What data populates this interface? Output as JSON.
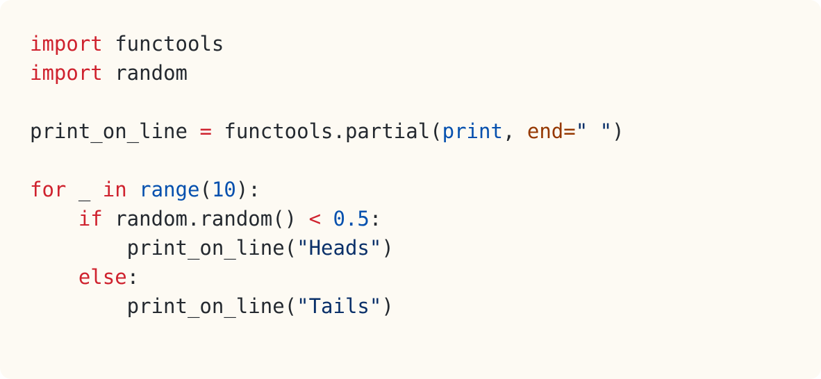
{
  "code": {
    "lines": [
      [
        {
          "text": "import",
          "kind": "kw"
        },
        {
          "text": " functools",
          "kind": "plain"
        }
      ],
      [
        {
          "text": "import",
          "kind": "kw"
        },
        {
          "text": " random",
          "kind": "plain"
        }
      ],
      [],
      [
        {
          "text": "print_on_line ",
          "kind": "plain"
        },
        {
          "text": "=",
          "kind": "op"
        },
        {
          "text": " functools.partial(",
          "kind": "plain"
        },
        {
          "text": "print",
          "kind": "bi"
        },
        {
          "text": ", ",
          "kind": "plain"
        },
        {
          "text": "end",
          "kind": "param"
        },
        {
          "text": "=",
          "kind": "param"
        },
        {
          "text": "\" \"",
          "kind": "str"
        },
        {
          "text": ")",
          "kind": "plain"
        }
      ],
      [],
      [
        {
          "text": "for",
          "kind": "kw"
        },
        {
          "text": " _ ",
          "kind": "plain"
        },
        {
          "text": "in",
          "kind": "kw"
        },
        {
          "text": " ",
          "kind": "plain"
        },
        {
          "text": "range",
          "kind": "bi"
        },
        {
          "text": "(",
          "kind": "plain"
        },
        {
          "text": "10",
          "kind": "num"
        },
        {
          "text": "):",
          "kind": "plain"
        }
      ],
      [
        {
          "text": "    ",
          "kind": "plain"
        },
        {
          "text": "if",
          "kind": "kw"
        },
        {
          "text": " random.random() ",
          "kind": "plain"
        },
        {
          "text": "<",
          "kind": "op"
        },
        {
          "text": " ",
          "kind": "plain"
        },
        {
          "text": "0.5",
          "kind": "num"
        },
        {
          "text": ":",
          "kind": "plain"
        }
      ],
      [
        {
          "text": "        print_on_line(",
          "kind": "plain"
        },
        {
          "text": "\"Heads\"",
          "kind": "str"
        },
        {
          "text": ")",
          "kind": "plain"
        }
      ],
      [
        {
          "text": "    ",
          "kind": "plain"
        },
        {
          "text": "else",
          "kind": "kw"
        },
        {
          "text": ":",
          "kind": "plain"
        }
      ],
      [
        {
          "text": "        print_on_line(",
          "kind": "plain"
        },
        {
          "text": "\"Tails\"",
          "kind": "str"
        },
        {
          "text": ")",
          "kind": "plain"
        }
      ]
    ]
  }
}
